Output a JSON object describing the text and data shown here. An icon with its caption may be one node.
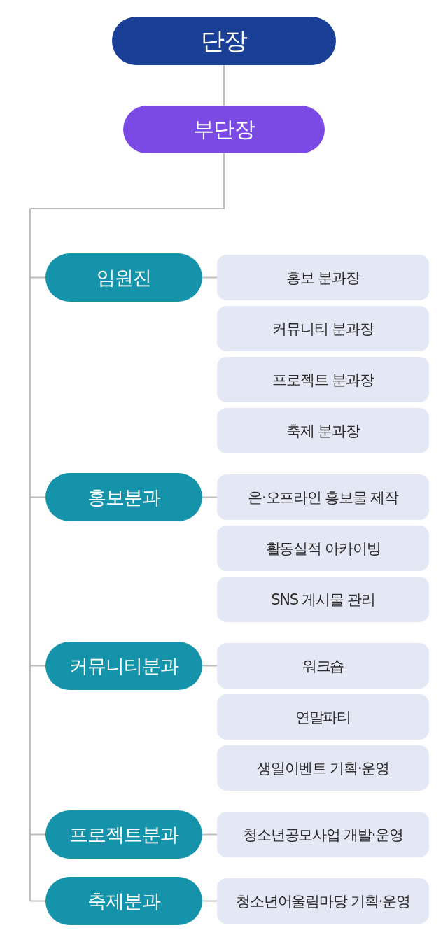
{
  "diagram": {
    "nodes": [
      {
        "text": [
          "단장"
        ]
      },
      {
        "text": [
          "부단장"
        ]
      },
      {
        "text": [
          "임원진"
        ]
      },
      {
        "text": [
          "홍보 분과장"
        ]
      },
      {
        "text": [
          "커뮤니티 분과장"
        ]
      },
      {
        "text": [
          "프로젝트 분과장"
        ]
      },
      {
        "text": [
          "축제 분과장"
        ]
      },
      {
        "text": [
          "홍보분과"
        ]
      },
      {
        "text": [
          "온·오프라인 홍보물 제작"
        ]
      },
      {
        "text": [
          "활동실적 아카이빙"
        ]
      },
      {
        "text": [
          "SNS 게시물 관리"
        ]
      },
      {
        "text": [
          "커뮤니티분과"
        ]
      },
      {
        "text": [
          "워크숍"
        ]
      },
      {
        "text": [
          "연말파티"
        ]
      },
      {
        "text": [
          "생일이벤트 기획·운영"
        ]
      },
      {
        "text": [
          "프로젝트분과"
        ]
      },
      {
        "text": [
          "청소년공모사업 개발·운영"
        ]
      },
      {
        "text": [
          "축제분과"
        ]
      },
      {
        "text": [
          "청소년어울림마당 기획·운영"
        ]
      }
    ],
    "edges": [
      {
        "from": 0,
        "to": 1,
        "arrow": "none"
      },
      {
        "from": 1,
        "to": 2,
        "arrow": "none"
      },
      {
        "from": 1,
        "to": 7,
        "arrow": "none"
      },
      {
        "from": 1,
        "to": 11,
        "arrow": "none"
      },
      {
        "from": 1,
        "to": 15,
        "arrow": "none"
      },
      {
        "from": 1,
        "to": 17,
        "arrow": "none"
      },
      {
        "from": 2,
        "to": 3,
        "arrow": "none"
      },
      {
        "from": 7,
        "to": 8,
        "arrow": "none"
      },
      {
        "from": 11,
        "to": 12,
        "arrow": "none"
      },
      {
        "from": 15,
        "to": 16,
        "arrow": "none"
      },
      {
        "from": 17,
        "to": 18,
        "arrow": "none"
      }
    ]
  }
}
